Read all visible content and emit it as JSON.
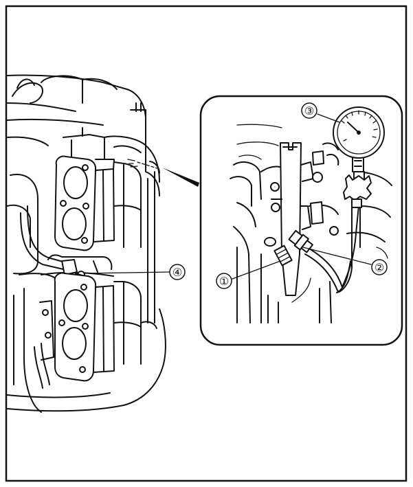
{
  "callouts": [
    {
      "id": "callout-1",
      "label": "①"
    },
    {
      "id": "callout-2",
      "label": "②"
    },
    {
      "id": "callout-3",
      "label": "③"
    },
    {
      "id": "callout-4",
      "label": "④"
    }
  ]
}
